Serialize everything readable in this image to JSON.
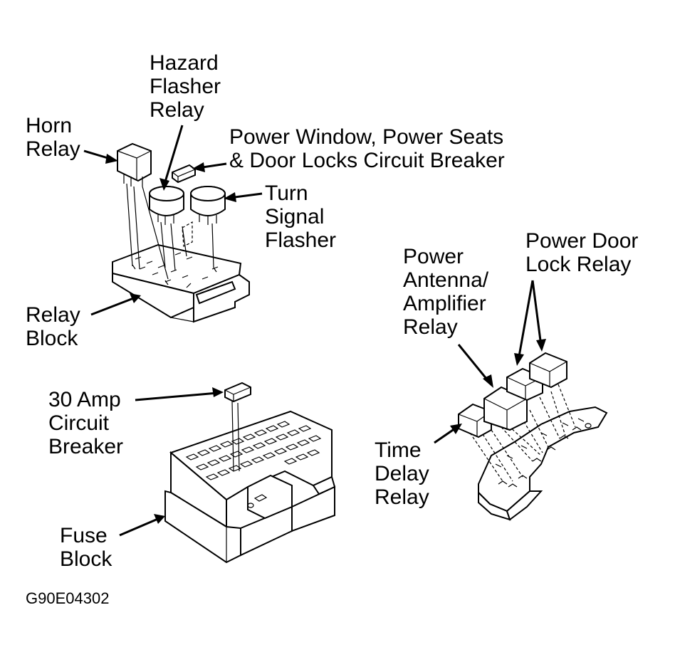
{
  "labels": {
    "hazard_flasher_relay": "Hazard\nFlasher\nRelay",
    "horn_relay": "Horn\nRelay",
    "power_window_breaker": "Power Window, Power Seats\n& Door Locks Circuit Breaker",
    "turn_signal_flasher": "Turn\nSignal\nFlasher",
    "relay_block": "Relay\nBlock",
    "power_antenna_relay": "Power\nAntenna/\nAmplifier\nRelay",
    "power_door_lock_relay": "Power Door\nLock Relay",
    "circuit_breaker_30amp": "30 Amp\nCircuit\nBreaker",
    "time_delay_relay": "Time\nDelay\nRelay",
    "fuse_block": "Fuse\nBlock"
  },
  "figure_code": "G90E04302"
}
